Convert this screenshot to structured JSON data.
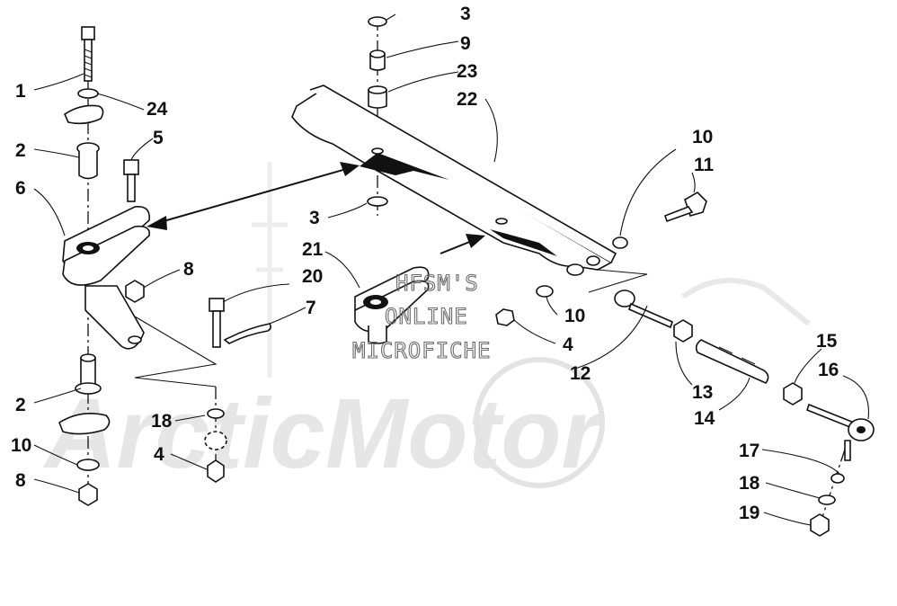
{
  "watermark": {
    "line1": "HFSM'S",
    "line2": "ONLINE",
    "line3": "MICROFICHE",
    "brand": "ArcticMotor"
  },
  "callouts": [
    {
      "id": "c1",
      "text": "1"
    },
    {
      "id": "c24",
      "text": "24"
    },
    {
      "id": "c2a",
      "text": "2"
    },
    {
      "id": "c5",
      "text": "5"
    },
    {
      "id": "c6",
      "text": "6"
    },
    {
      "id": "c8a",
      "text": "8"
    },
    {
      "id": "c20",
      "text": "20"
    },
    {
      "id": "c7",
      "text": "7"
    },
    {
      "id": "c2b",
      "text": "2"
    },
    {
      "id": "c18a",
      "text": "18"
    },
    {
      "id": "c10a",
      "text": "10"
    },
    {
      "id": "c4a",
      "text": "4"
    },
    {
      "id": "c8b",
      "text": "8"
    },
    {
      "id": "c3a",
      "text": "3"
    },
    {
      "id": "c9",
      "text": "9"
    },
    {
      "id": "c23",
      "text": "23"
    },
    {
      "id": "c22",
      "text": "22"
    },
    {
      "id": "c3b",
      "text": "3"
    },
    {
      "id": "c21",
      "text": "21"
    },
    {
      "id": "c10b",
      "text": "10"
    },
    {
      "id": "c4b",
      "text": "4"
    },
    {
      "id": "c12",
      "text": "12"
    },
    {
      "id": "c10c",
      "text": "10"
    },
    {
      "id": "c11",
      "text": "11"
    },
    {
      "id": "c13",
      "text": "13"
    },
    {
      "id": "c14",
      "text": "14"
    },
    {
      "id": "c15",
      "text": "15"
    },
    {
      "id": "c16",
      "text": "16"
    },
    {
      "id": "c17",
      "text": "17"
    },
    {
      "id": "c18b",
      "text": "18"
    },
    {
      "id": "c19",
      "text": "19"
    }
  ]
}
